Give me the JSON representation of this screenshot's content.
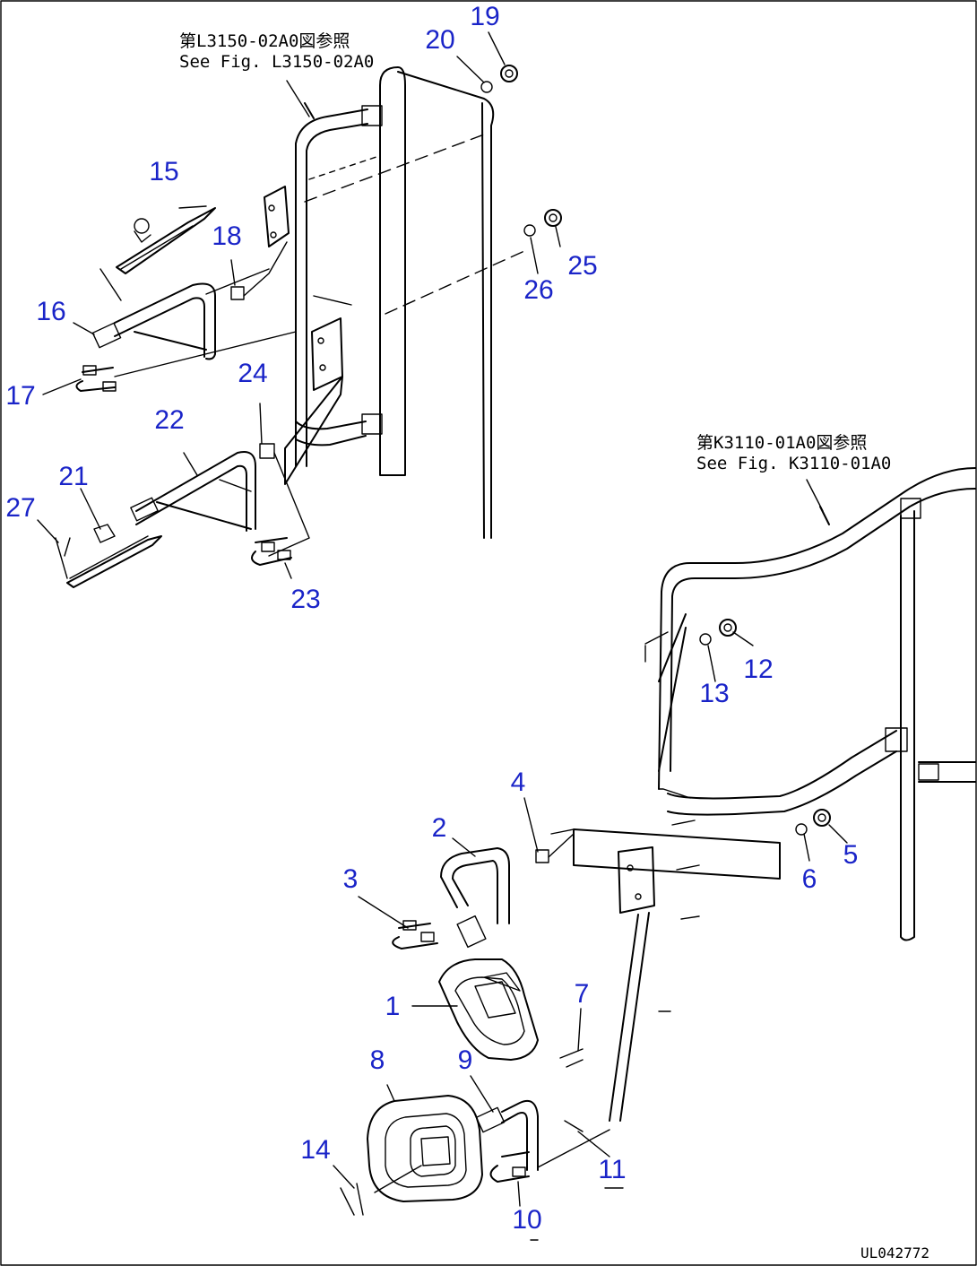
{
  "references": {
    "upper": {
      "jp": "第L3150-02A0図参照",
      "en": "See Fig. L3150-02A0"
    },
    "lower": {
      "jp": "第K3110-01A0図参照",
      "en": "See Fig. K3110-01A0"
    }
  },
  "drawing_code": "UL042772",
  "part_numbers": [
    "1",
    "2",
    "3",
    "4",
    "5",
    "6",
    "7",
    "8",
    "9",
    "10",
    "11",
    "12",
    "13",
    "14",
    "15",
    "16",
    "17",
    "18",
    "19",
    "20",
    "21",
    "22",
    "23",
    "24",
    "25",
    "26",
    "27"
  ],
  "label_color": "#1a24c8"
}
